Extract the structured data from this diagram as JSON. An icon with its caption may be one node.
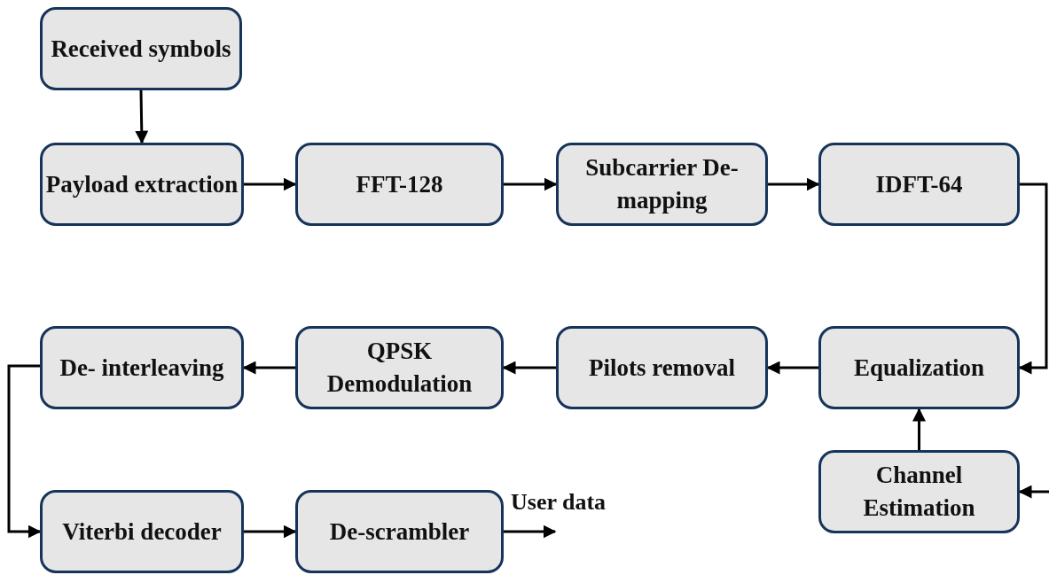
{
  "diagram": {
    "nodes": [
      {
        "text": [
          "Received symbols"
        ]
      },
      {
        "text": [
          "Payload extraction"
        ]
      },
      {
        "text": [
          "FFT-128"
        ]
      },
      {
        "text": [
          "Subcarrier De-mapping"
        ]
      },
      {
        "text": [
          "IDFT-64"
        ]
      },
      {
        "text": [
          "Equalization"
        ]
      },
      {
        "text": [
          "Pilots removal"
        ]
      },
      {
        "text": [
          "QPSK Demodulation"
        ]
      },
      {
        "text": [
          "De- interleaving"
        ]
      },
      {
        "text": [
          "Channel Estimation"
        ]
      },
      {
        "text": [
          "Viterbi decoder"
        ]
      },
      {
        "text": [
          "De-scrambler"
        ]
      }
    ],
    "edges": [
      {
        "from": 0,
        "to": 1,
        "arrow": "to"
      },
      {
        "from": 1,
        "to": 2,
        "arrow": "to"
      },
      {
        "from": 2,
        "to": 3,
        "arrow": "to"
      },
      {
        "from": 3,
        "to": 4,
        "arrow": "to"
      },
      {
        "from": 4,
        "to": 5,
        "arrow": "to"
      },
      {
        "from": 9,
        "to": 5,
        "arrow": "to"
      },
      {
        "from": 5,
        "to": 6,
        "arrow": "to"
      },
      {
        "from": 6,
        "to": 7,
        "arrow": "to"
      },
      {
        "from": 7,
        "to": 8,
        "arrow": "to"
      },
      {
        "from": 8,
        "to": 10,
        "arrow": "to"
      },
      {
        "from": 10,
        "to": 11,
        "arrow": "to"
      },
      {
        "from": 11,
        "to": null,
        "arrow": "to",
        "label": "User data"
      },
      {
        "from": null,
        "to": 9,
        "arrow": "to"
      }
    ]
  }
}
